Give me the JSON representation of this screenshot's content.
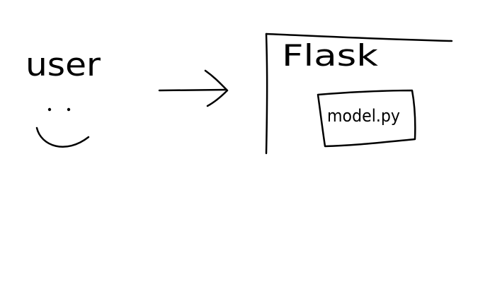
{
  "diagram": {
    "user_label": "user",
    "flask_label": "Flask",
    "model_label": "model.py"
  },
  "style": {
    "ink": "#000000",
    "background": "#ffffff"
  }
}
